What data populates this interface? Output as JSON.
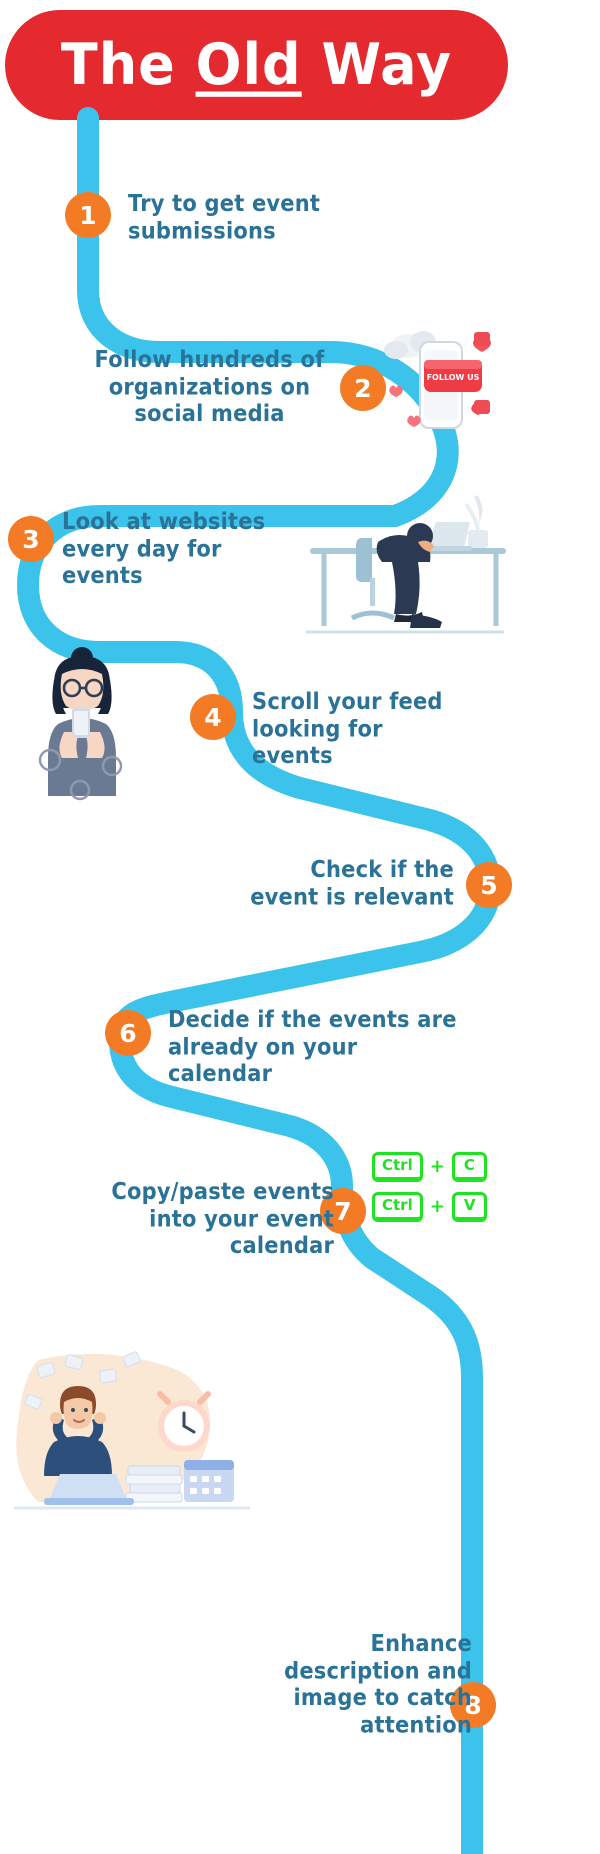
{
  "header": {
    "title_part1": "The ",
    "title_underlined": "Old",
    "title_part2": " Way",
    "bg_color": "#e42a2f",
    "text_color": "#ffffff"
  },
  "theme": {
    "path_color": "#3bc3ec",
    "badge_color": "#f47b26",
    "step_text_color": "#2a7296",
    "key_color": "#1fe321"
  },
  "steps": [
    {
      "number": "1",
      "text": "Try to get event submissions"
    },
    {
      "number": "2",
      "text": "Follow hundreds of organizations on social media"
    },
    {
      "number": "3",
      "text": "Look at websites every day for events"
    },
    {
      "number": "4",
      "text": "Scroll your feed looking for events"
    },
    {
      "number": "5",
      "text": "Check if the event is relevant"
    },
    {
      "number": "6",
      "text": "Decide if the events are already on your calendar"
    },
    {
      "number": "7",
      "text": "Copy/paste events into your event calendar"
    },
    {
      "number": "8",
      "text": "Enhance description and image to catch attention"
    }
  ],
  "illustrations": {
    "follow_us_label": "FOLLOW US",
    "keys": {
      "row1": {
        "modifier": "Ctrl",
        "plus": "+",
        "letter": "C"
      },
      "row2": {
        "modifier": "Ctrl",
        "plus": "+",
        "letter": "V"
      }
    }
  }
}
